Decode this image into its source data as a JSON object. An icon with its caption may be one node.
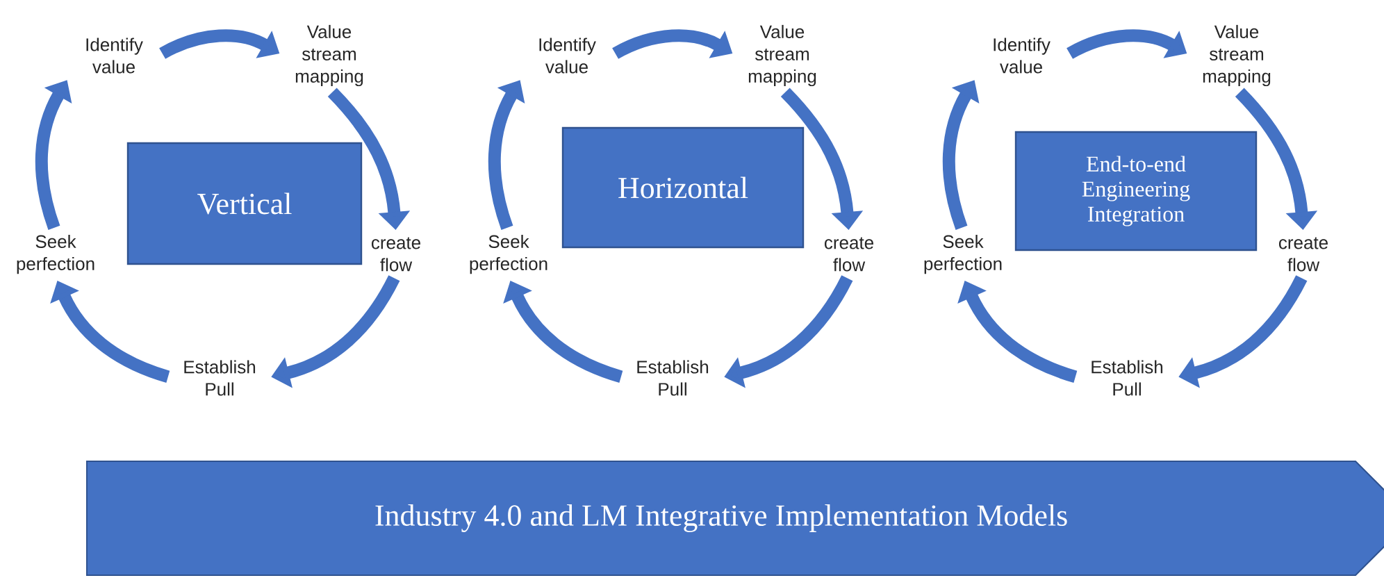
{
  "diagram": {
    "nodes": [
      {
        "text": [
          "Vertical"
        ]
      },
      {
        "text": [
          "Identify value"
        ]
      },
      {
        "text": [
          "Value stream mapping"
        ]
      },
      {
        "text": [
          "create flow"
        ]
      },
      {
        "text": [
          "Establish Pull"
        ]
      },
      {
        "text": [
          "Seek perfection"
        ]
      },
      {
        "text": [
          "Horizontal"
        ]
      },
      {
        "text": [
          "Identify value"
        ]
      },
      {
        "text": [
          "Value stream mapping"
        ]
      },
      {
        "text": [
          "create flow"
        ]
      },
      {
        "text": [
          "Establish Pull"
        ]
      },
      {
        "text": [
          "Seek perfection"
        ]
      },
      {
        "text": [
          "End-to-end Engineering Integration"
        ]
      },
      {
        "text": [
          "Identify value"
        ]
      },
      {
        "text": [
          "Value stream mapping"
        ]
      },
      {
        "text": [
          "create flow"
        ]
      },
      {
        "text": [
          "Establish Pull"
        ]
      },
      {
        "text": [
          "Seek perfection"
        ]
      },
      {
        "text": [
          "Industry 4.0 and LM Integrative Implementation Models"
        ]
      }
    ],
    "edges": [
      {
        "from": 1,
        "to": 2,
        "arrow": "to"
      },
      {
        "from": 2,
        "to": 3,
        "arrow": "to"
      },
      {
        "from": 3,
        "to": 4,
        "arrow": "to"
      },
      {
        "from": 4,
        "to": 5,
        "arrow": "to"
      },
      {
        "from": 5,
        "to": 1,
        "arrow": "to"
      },
      {
        "from": 7,
        "to": 8,
        "arrow": "to"
      },
      {
        "from": 8,
        "to": 9,
        "arrow": "to"
      },
      {
        "from": 9,
        "to": 10,
        "arrow": "to"
      },
      {
        "from": 10,
        "to": 11,
        "arrow": "to"
      },
      {
        "from": 11,
        "to": 7,
        "arrow": "to"
      },
      {
        "from": 13,
        "to": 14,
        "arrow": "to"
      },
      {
        "from": 14,
        "to": 15,
        "arrow": "to"
      },
      {
        "from": 15,
        "to": 16,
        "arrow": "to"
      },
      {
        "from": 16,
        "to": 17,
        "arrow": "to"
      },
      {
        "from": 17,
        "to": 13,
        "arrow": "to"
      }
    ]
  }
}
